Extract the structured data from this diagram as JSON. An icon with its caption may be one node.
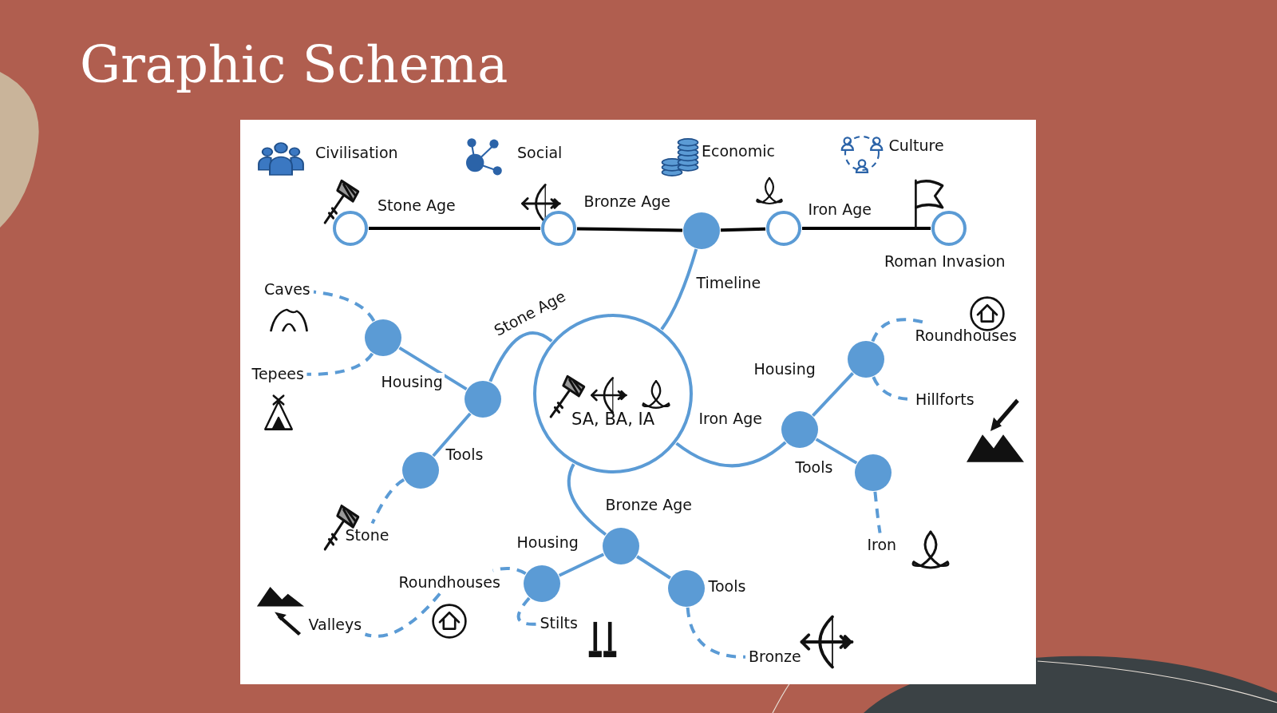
{
  "diagram": {
    "title": "Graphic Schema",
    "nodes": [
      {
        "text": [],
        "shape": "circle",
        "beside": [
          "Stone Age"
        ]
      },
      {
        "text": [],
        "shape": "circle",
        "beside": [
          "Bronze Age"
        ]
      },
      {
        "text": [],
        "shape": "circle"
      },
      {
        "text": [],
        "shape": "circle",
        "beside": [
          "Iron Age"
        ]
      },
      {
        "text": [],
        "shape": "circle",
        "beside": [
          "Roman Invasion"
        ]
      },
      {
        "text": [
          "SA, BA, IA"
        ]
      },
      {
        "text": [],
        "shape": "circle"
      },
      {
        "text": [],
        "shape": "circle"
      },
      {
        "text": [],
        "shape": "circle"
      },
      {
        "text": [
          "Caves"
        ]
      },
      {
        "text": [
          "Tepees"
        ]
      },
      {
        "text": [
          "Stone"
        ]
      },
      {
        "text": [],
        "shape": "circle"
      },
      {
        "text": [],
        "shape": "circle"
      },
      {
        "text": [],
        "shape": "circle"
      },
      {
        "text": [
          "Roundhouses"
        ]
      },
      {
        "text": [
          "Hillforts"
        ]
      },
      {
        "text": [
          "Iron"
        ]
      },
      {
        "text": [],
        "shape": "circle"
      },
      {
        "text": [],
        "shape": "circle"
      },
      {
        "text": [],
        "shape": "circle"
      },
      {
        "text": [
          "Roundhouses"
        ]
      },
      {
        "text": [
          "Stilts"
        ]
      },
      {
        "text": [
          "Bronze"
        ]
      },
      {
        "text": [
          "Valleys"
        ]
      }
    ],
    "edges": [
      {
        "from": 0,
        "to": 1,
        "arrow": "none",
        "color": "#000000"
      },
      {
        "from": 1,
        "to": 2,
        "arrow": "none",
        "color": "#000000"
      },
      {
        "from": 2,
        "to": 3,
        "arrow": "none",
        "color": "#000000"
      },
      {
        "from": 3,
        "to": 4,
        "arrow": "none",
        "color": "#000000"
      },
      {
        "from": 5,
        "to": 2,
        "arrow": "none",
        "label": "Timeline"
      },
      {
        "from": 5,
        "to": 6,
        "arrow": "none",
        "label": "Stone Age"
      },
      {
        "from": 6,
        "to": 7,
        "arrow": "none",
        "label": "Housing"
      },
      {
        "from": 6,
        "to": 8,
        "arrow": "none",
        "label": "Tools"
      },
      {
        "from": 7,
        "to": 9,
        "arrow": "none",
        "style": "dashed"
      },
      {
        "from": 7,
        "to": 10,
        "arrow": "none",
        "style": "dashed"
      },
      {
        "from": 8,
        "to": 11,
        "arrow": "none",
        "style": "dashed"
      },
      {
        "from": 5,
        "to": 12,
        "arrow": "none",
        "label": "Iron Age"
      },
      {
        "from": 12,
        "to": 13,
        "arrow": "none",
        "label": "Housing"
      },
      {
        "from": 12,
        "to": 14,
        "arrow": "none",
        "label": "Tools"
      },
      {
        "from": 13,
        "to": 15,
        "arrow": "none",
        "style": "dashed"
      },
      {
        "from": 13,
        "to": 16,
        "arrow": "none",
        "style": "dashed"
      },
      {
        "from": 14,
        "to": 17,
        "arrow": "none",
        "style": "dashed"
      },
      {
        "from": 5,
        "to": 18,
        "arrow": "none",
        "label": "Bronze Age"
      },
      {
        "from": 18,
        "to": 19,
        "arrow": "none",
        "label": "Housing"
      },
      {
        "from": 18,
        "to": 20,
        "arrow": "none",
        "label": "Tools"
      },
      {
        "from": 19,
        "to": 21,
        "arrow": "none",
        "style": "dashed"
      },
      {
        "from": 21,
        "to": 24,
        "arrow": "none",
        "style": "dashed"
      },
      {
        "from": 19,
        "to": 22,
        "arrow": "none",
        "style": "dashed"
      },
      {
        "from": 20,
        "to": 23,
        "arrow": "none",
        "style": "dashed"
      }
    ],
    "labels": [
      "Civilisation",
      "Social",
      "Economic",
      "Culture"
    ]
  }
}
